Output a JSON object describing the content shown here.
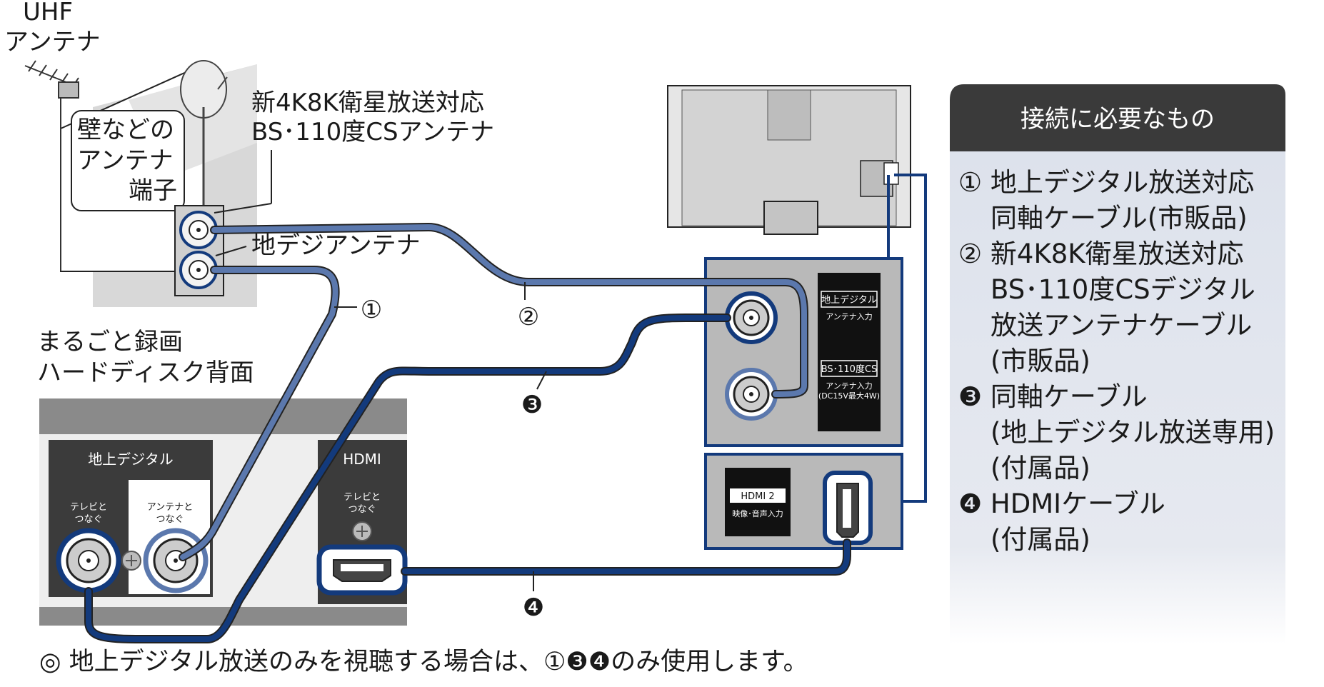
{
  "labels": {
    "uhf_line1": "UHF",
    "uhf_line2": "アンテナ",
    "wall_line1": "壁などの",
    "wall_line2": "アンテナ",
    "wall_line3": "端子",
    "bs_line1": "新4K8K衛星放送対応",
    "bs_line2": "BS･110度CSアンテナ",
    "terrestrial_antenna": "地デジアンテナ",
    "recorder_line1": "まるごと録画",
    "recorder_line2": "ハードディスク背面"
  },
  "hdd": {
    "terrestrial_block": "地上デジタル",
    "port_tv_line1": "テレビと",
    "port_tv_line2": "つなぐ",
    "port_antenna_line1": "アンテナと",
    "port_antenna_line2": "つなぐ",
    "hdmi_block": "HDMI",
    "hdmi_port_line1": "テレビと",
    "hdmi_port_line2": "つなぐ"
  },
  "tv": {
    "terrestrial_in_line1": "地上デジタル",
    "terrestrial_in_line2": "アンテナ入力",
    "bs_in_line1": "BS･110度CS",
    "bs_in_line2": "アンテナ入力",
    "bs_in_line3": "(DC15V最大4W)",
    "hdmi_in_line1": "HDMI 2",
    "hdmi_in_line2": "映像･音声入力"
  },
  "cable_markers": [
    "①",
    "②",
    "❸",
    "❹"
  ],
  "panel": {
    "title": "接続に必要なもの",
    "items": [
      "① 地上デジタル放送対応",
      "同軸ケーブル(市販品)",
      "② 新4K8K衛星放送対応",
      "BS･110度CSデジタル",
      "放送アンテナケーブル",
      "(市販品)",
      "❸ 同軸ケーブル",
      "(地上デジタル放送専用)",
      "(付属品)",
      "❹ HDMIケーブル",
      "(付属品)"
    ]
  },
  "note": "◎ 地上デジタル放送のみを視聴する場合は、①❸❹のみ使用します。",
  "colors": {
    "cable_light": "#5b78ad",
    "cable_dark": "#133a7c",
    "panel_header": "#3a3a3a",
    "panel_body": "#dfe3ec",
    "device_gray": "#808080"
  }
}
